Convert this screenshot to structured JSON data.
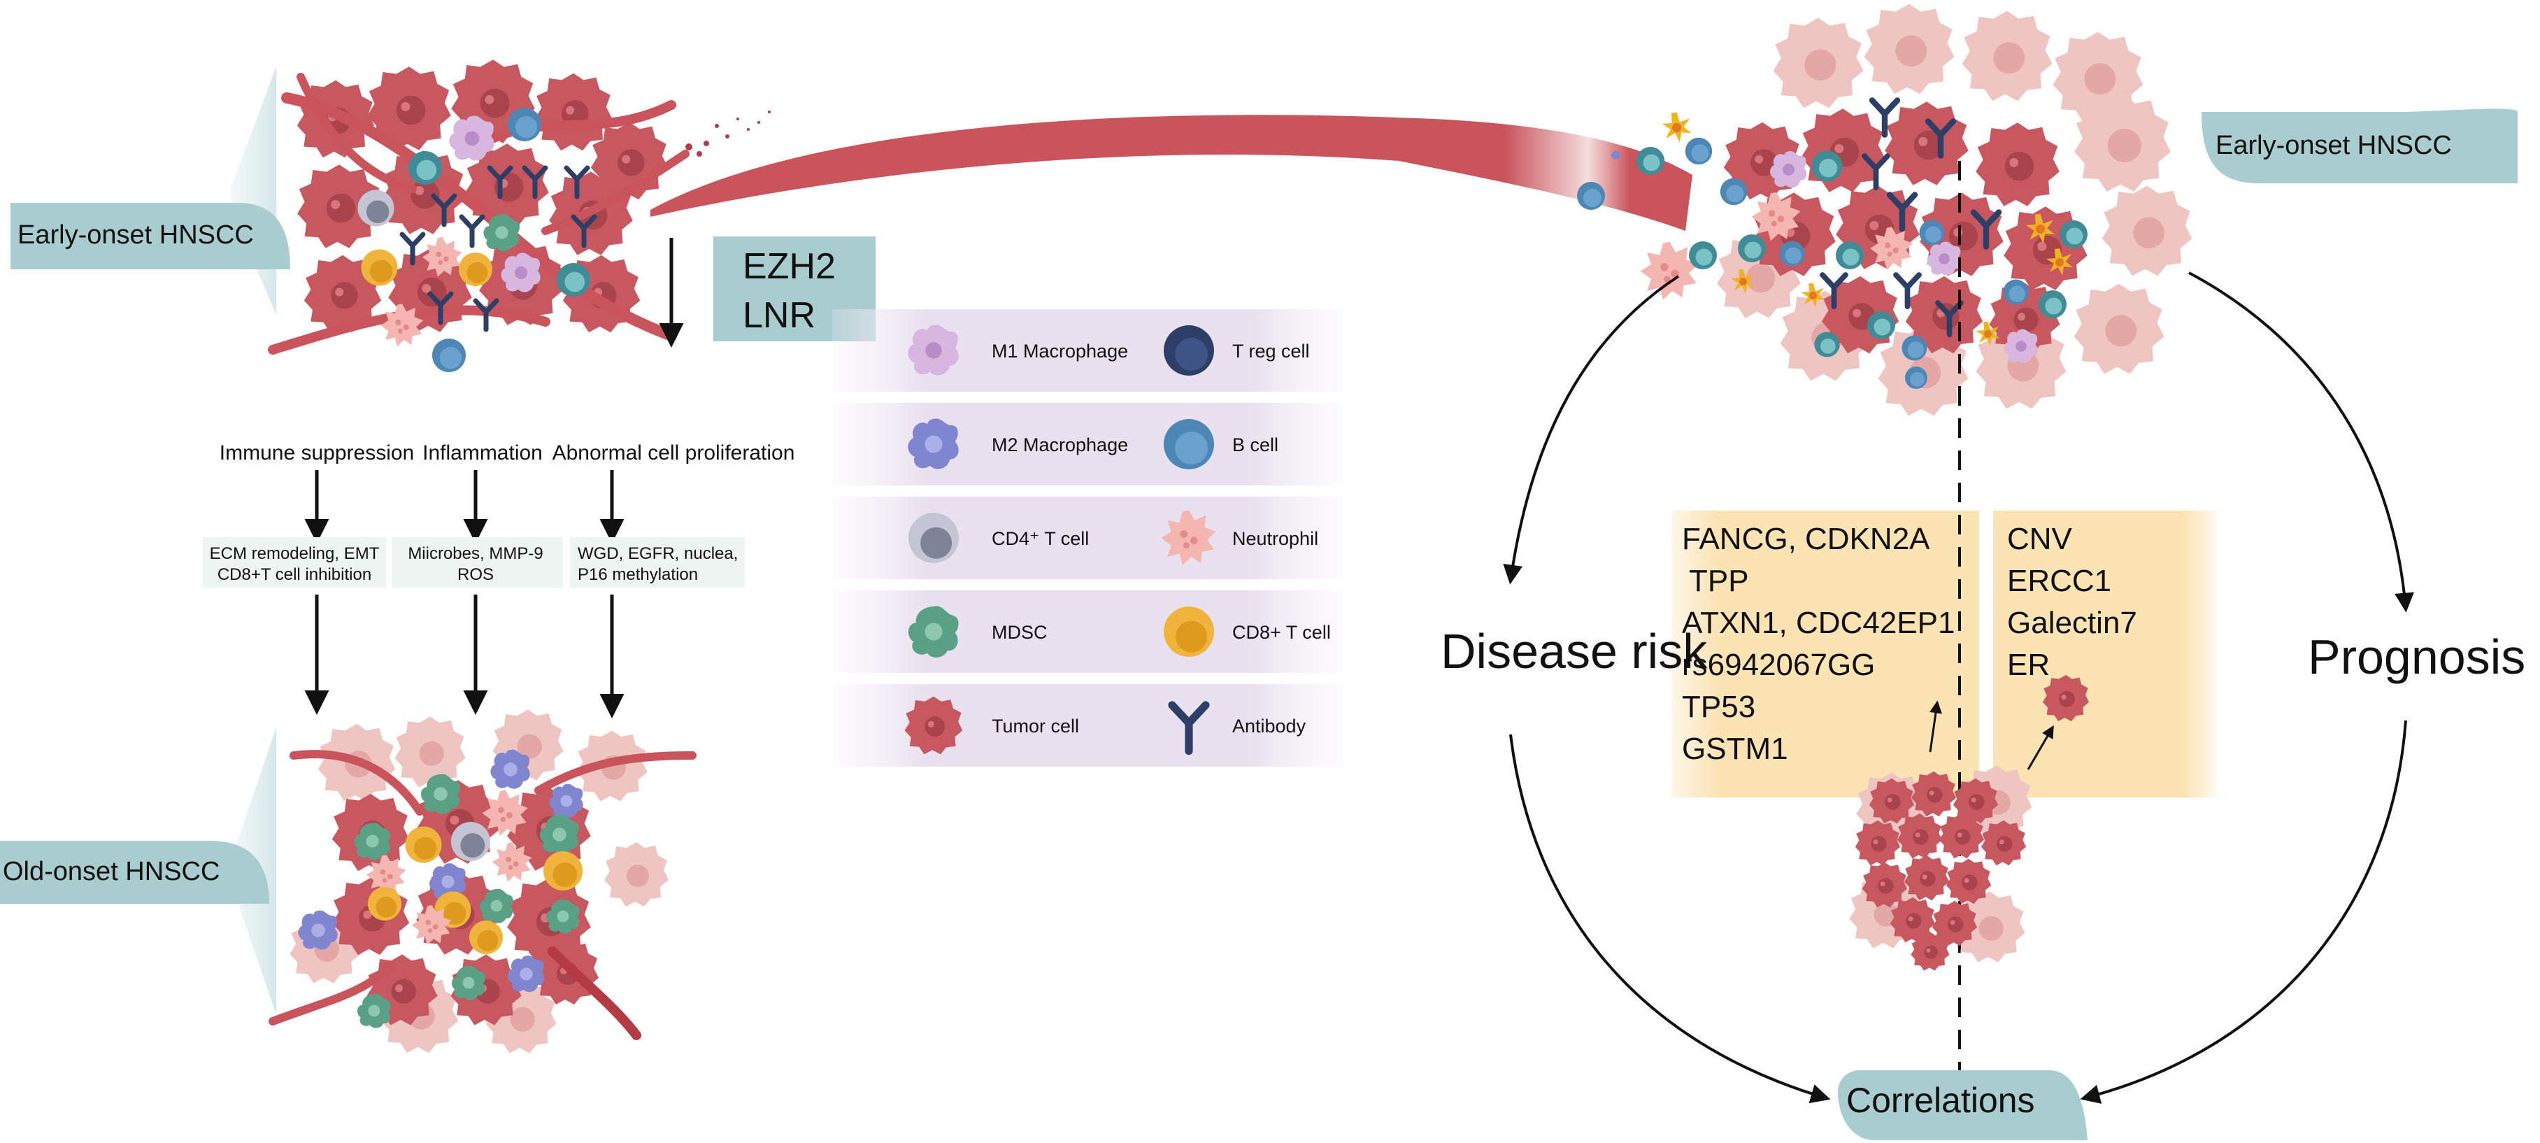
{
  "colors": {
    "teal": "#a9cccf",
    "tumor": "#c8585f",
    "tumor_dark": "#b2484f",
    "tumor_light": "#e8b9b6",
    "vessel": "#c9545c",
    "legend_band": "#ece4f1",
    "gene_band": "#fbe3b4",
    "arrow": "#111111"
  },
  "left_panel": {
    "early_label": "Early-onset HNSCC",
    "old_label": "Old-onset HNSCC",
    "markers": [
      "EZH2",
      "LNR"
    ],
    "mechanisms": [
      {
        "heading": "Immune suppression",
        "details": [
          "ECM remodeling, EMT",
          "CD8+T cell inhibition"
        ]
      },
      {
        "heading": "Inflammation",
        "details": [
          "Miicrobes, MMP-9",
          "ROS"
        ]
      },
      {
        "heading": "Abnormal cell proliferation",
        "details": [
          "WGD, EGFR, nuclea,",
          "P16 methylation"
        ]
      }
    ]
  },
  "legend": {
    "rows": [
      {
        "left": {
          "icon": "m1-macrophage-icon",
          "label": "M1 Macrophage"
        },
        "right": {
          "icon": "treg-cell-icon",
          "label": "T reg cell"
        }
      },
      {
        "left": {
          "icon": "m2-macrophage-icon",
          "label": "M2 Macrophage"
        },
        "right": {
          "icon": "b-cell-icon",
          "label": "B cell"
        }
      },
      {
        "left": {
          "icon": "cd4-t-cell-icon",
          "label": "CD4⁺ T cell"
        },
        "right": {
          "icon": "neutrophil-icon",
          "label": "Neutrophil"
        }
      },
      {
        "left": {
          "icon": "mdsc-icon",
          "label": "MDSC"
        },
        "right": {
          "icon": "cd8-t-cell-icon",
          "label": "CD8+ T cell"
        }
      },
      {
        "left": {
          "icon": "tumor-cell-icon",
          "label": "Tumor cell"
        },
        "right": {
          "icon": "antibody-icon",
          "label": "Antibody"
        }
      }
    ]
  },
  "right_panel": {
    "early_label": "Early-onset HNSCC",
    "disease_risk": "Disease risk",
    "prognosis": "Prognosis",
    "correlations": "Correlations",
    "risk_genes": [
      "FANCG, CDKN2A",
      "TPP",
      "ATXN1, CDC42EP1",
      "rs6942067GG",
      "TP53",
      "GSTM1"
    ],
    "prognosis_genes": [
      "CNV",
      "ERCC1",
      "Galectin7",
      "ER"
    ]
  }
}
